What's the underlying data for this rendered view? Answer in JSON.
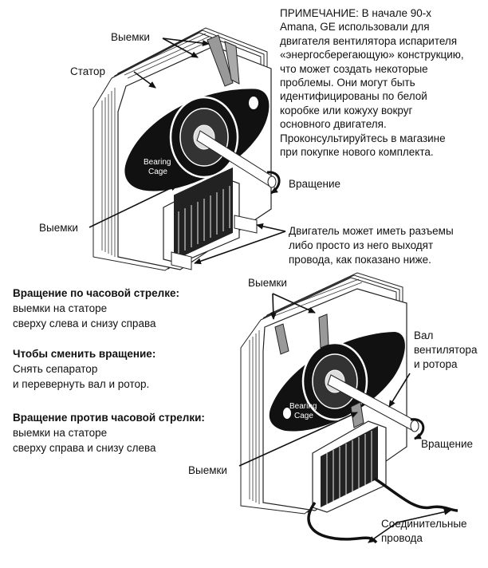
{
  "note_lines": [
    "ПРИМЕЧАНИЕ: В начале 90-х",
    "Amana, GE использовали  для",
    "двигателя вентилятора испарителя",
    "«энергосберегающую» конструкцию,",
    " что может создать некоторые",
    "проблемы. Они могут быть",
    "идентифицированы по белой",
    "коробке или кожуху вокруг",
    "основного двигателя.",
    "Проконсультируйтесь в магазине",
    "при покупке нового комплекта."
  ],
  "top_motor": {
    "notches_top_label": "Выемки",
    "stator_label": "Статор",
    "bearing_cage_line1": "Bearing",
    "bearing_cage_line2": "Cage",
    "rotation_label": "Вращение",
    "notches_bottom_label": "Выемки",
    "leads_line1": "Двигатель может иметь разъемы",
    "leads_line2": "либо просто из него выходят",
    "leads_line3": "провода, как показано ниже."
  },
  "instructions": {
    "cw_heading": "Вращение по часовой стрелке:",
    "cw_line1": "выемки на статоре",
    "cw_line2": "сверху слева и снизу справа",
    "change_heading": "Чтобы сменить вращение:",
    "change_line1": "Снять сепаратор",
    "change_line2": "и перевернуть вал и ротор.",
    "ccw_heading": "Вращение против часовой стрелки:",
    "ccw_line1": "выемки на статоре",
    "ccw_line2": "сверху справа и снизу слева"
  },
  "bottom_motor": {
    "notches_top_label": "Выемки",
    "shaft_line1": "Вал",
    "shaft_line2": "вентилятора",
    "shaft_line3": "и ротора",
    "bearing_cage_line1": "Bearing",
    "bearing_cage_line2": "Cage",
    "rotation_label": "Вращение",
    "notches_bottom_label": "Выемки",
    "wires_line1": "Соединительные",
    "wires_line2": "провода"
  }
}
